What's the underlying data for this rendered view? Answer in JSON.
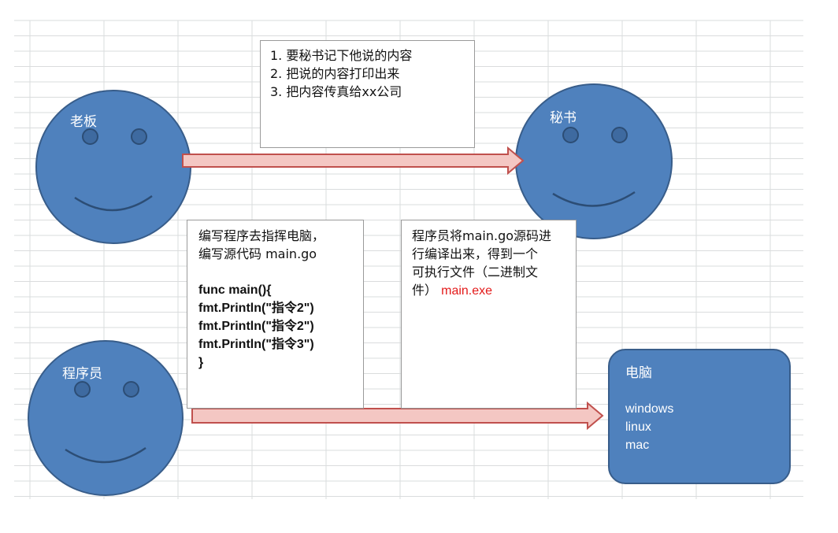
{
  "boss": {
    "label": "老板"
  },
  "secretary": {
    "label": "秘书"
  },
  "programmer": {
    "label": "程序员"
  },
  "note_secretary": {
    "lines": [
      "1. 要秘书记下他说的内容",
      "2. 把说的内容打印出来",
      "3. 把内容传真给xx公司"
    ]
  },
  "note_program": {
    "intro": [
      "编写程序去指挥电脑，",
      "编写源代码 main.go"
    ],
    "code": [
      "func  main(){",
      "fmt.Println(\"指令2\")",
      "fmt.Println(\"指令2\")",
      "fmt.Println(\"指令3\")",
      "}"
    ]
  },
  "note_compile": {
    "lines": [
      "程序员将main.go源码进",
      "行编译出来，得到一个",
      "可执行文件（二进制文"
    ],
    "last_prefix": "件）",
    "exe": "main.exe"
  },
  "computer": {
    "title": "电脑",
    "os": [
      "windows",
      "linux",
      "mac"
    ]
  },
  "colors": {
    "face_fill": "#4f81bd",
    "face_border": "#385d8a",
    "arrow_fill": "#f4c7c3",
    "arrow_stroke": "#c0504d",
    "exe_text": "#e31a1a"
  }
}
